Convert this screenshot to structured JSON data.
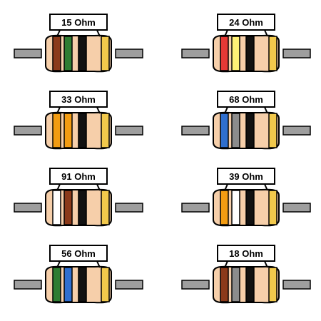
{
  "resistors": [
    {
      "label": "15 Ohm",
      "bands": [
        "#8B3A1A",
        "#2E7D32",
        "#111111",
        "#F2C94C"
      ]
    },
    {
      "label": "24 Ohm",
      "bands": [
        "#E53935",
        "#FFF176",
        "#111111",
        "#F2C94C"
      ]
    },
    {
      "label": "33 Ohm",
      "bands": [
        "#F39C12",
        "#F39C12",
        "#111111",
        "#F2C94C"
      ]
    },
    {
      "label": "68 Ohm",
      "bands": [
        "#2F6FCF",
        "#8C8C8C",
        "#111111",
        "#F2C94C"
      ]
    },
    {
      "label": "91 Ohm",
      "bands": [
        "#FFFFFF",
        "#8B3A1A",
        "#111111",
        "#F2C94C"
      ]
    },
    {
      "label": "39 Ohm",
      "bands": [
        "#F39C12",
        "#FFFFFF",
        "#111111",
        "#F2C94C"
      ]
    },
    {
      "label": "56 Ohm",
      "bands": [
        "#2E7D32",
        "#2F6FCF",
        "#111111",
        "#F2C94C"
      ]
    },
    {
      "label": "18 Ohm",
      "bands": [
        "#8B3A1A",
        "#8C8C8C",
        "#111111",
        "#F2C94C"
      ]
    }
  ],
  "colors": {
    "body": "#F6CFAA",
    "lead": "#9E9E9E",
    "outline": "#000000",
    "label_bg": "#FFFFFF"
  }
}
